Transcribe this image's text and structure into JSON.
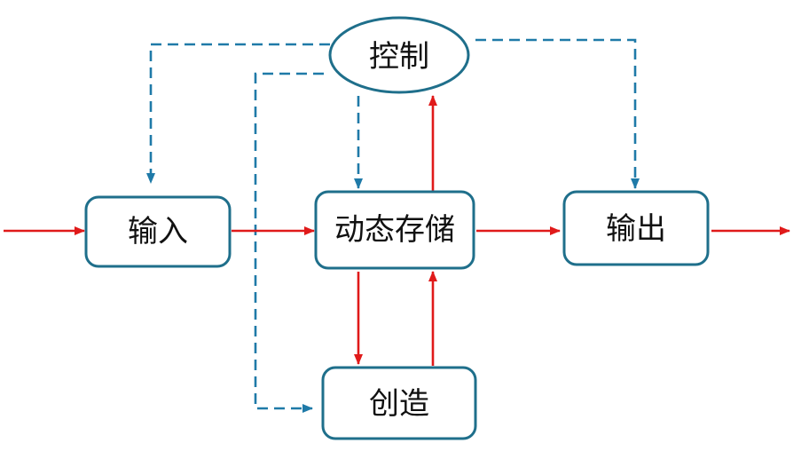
{
  "diagram": {
    "nodes": {
      "control": "控制",
      "input": "输入",
      "storage": "动态存储",
      "output": "输出",
      "create": "创造"
    }
  },
  "colors": {
    "data_flow": "#e01a1a",
    "control_flow": "#1f7aa8",
    "node_border": "#1f6f8b"
  }
}
